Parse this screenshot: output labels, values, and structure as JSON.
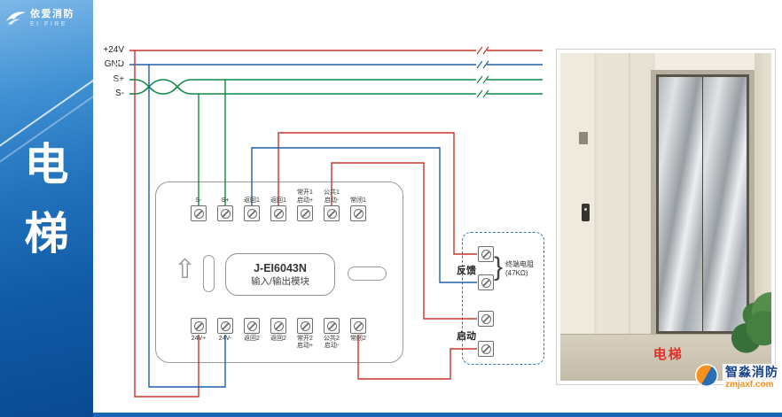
{
  "sidebar": {
    "brand_name": "依爱消防",
    "brand_sub": "EI FIRE",
    "title_chars": [
      "电",
      "梯"
    ]
  },
  "bus": {
    "labels": [
      "+24V",
      "GND",
      "S+",
      "S-"
    ]
  },
  "module": {
    "model": "J-EI6043N",
    "name": "输入/输出模块",
    "top_terminals": [
      {
        "label": "S-"
      },
      {
        "label": "S+"
      },
      {
        "label": "返回1"
      },
      {
        "label": "返回1"
      },
      {
        "label": "常开1",
        "sub": "启动+"
      },
      {
        "label": "公共1",
        "sub": "启动-"
      },
      {
        "label": "常闭1"
      }
    ],
    "bottom_terminals": [
      {
        "label": "24V+"
      },
      {
        "label": "24V-"
      },
      {
        "label": "返回2"
      },
      {
        "label": "返回2"
      },
      {
        "label": "常开2",
        "sub": "启动+"
      },
      {
        "label": "公共2",
        "sub": "启动-"
      },
      {
        "label": "常闭2"
      }
    ]
  },
  "junction_box": {
    "feedback_label": "反馈",
    "start_label": "启动",
    "brace": "}",
    "resistor_name": "终端电阻",
    "resistor_value": "(47KΩ)"
  },
  "photo": {
    "caption": "电梯"
  },
  "watermark": {
    "name": "智淼消防",
    "site": "zmjaxf.com"
  },
  "colors": {
    "wire_red": "#c8332b",
    "wire_blue": "#1f5fa8",
    "wire_green": "#0e8a45",
    "accent_blue": "#1b67b6",
    "caption_red": "#e2312a"
  }
}
